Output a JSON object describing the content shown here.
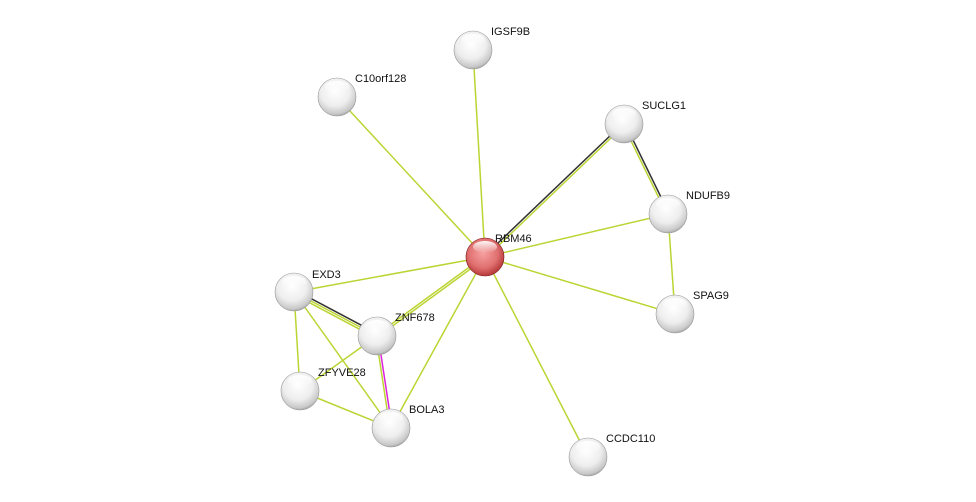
{
  "colors": {
    "textmining": "#bcd433",
    "coexpression": "#333333",
    "experiments": "#dd22dd",
    "query_node": "#c83c3c",
    "node": "#e6e6e6"
  },
  "nodes": [
    {
      "id": "RBM46",
      "label": "RBM46",
      "query": true
    },
    {
      "id": "IGSF9B",
      "label": "IGSF9B"
    },
    {
      "id": "C10orf128",
      "label": "C10orf128"
    },
    {
      "id": "SUCLG1",
      "label": "SUCLG1"
    },
    {
      "id": "NDUFB9",
      "label": "NDUFB9"
    },
    {
      "id": "SPAG9",
      "label": "SPAG9"
    },
    {
      "id": "CCDC110",
      "label": "CCDC110"
    },
    {
      "id": "EXD3",
      "label": "EXD3"
    },
    {
      "id": "ZNF678",
      "label": "ZNF678"
    },
    {
      "id": "ZFYVE28",
      "label": "ZFYVE28"
    },
    {
      "id": "BOLA3",
      "label": "BOLA3"
    }
  ],
  "edges": [
    {
      "source": "RBM46",
      "target": "IGSF9B",
      "types": [
        "textmining"
      ]
    },
    {
      "source": "RBM46",
      "target": "C10orf128",
      "types": [
        "textmining"
      ]
    },
    {
      "source": "RBM46",
      "target": "SUCLG1",
      "types": [
        "coexpression",
        "textmining"
      ]
    },
    {
      "source": "RBM46",
      "target": "NDUFB9",
      "types": [
        "textmining"
      ]
    },
    {
      "source": "RBM46",
      "target": "SPAG9",
      "types": [
        "textmining"
      ]
    },
    {
      "source": "RBM46",
      "target": "CCDC110",
      "types": [
        "textmining"
      ]
    },
    {
      "source": "RBM46",
      "target": "EXD3",
      "types": [
        "textmining"
      ]
    },
    {
      "source": "RBM46",
      "target": "ZNF678",
      "types": [
        "textmining",
        "textmining"
      ]
    },
    {
      "source": "RBM46",
      "target": "BOLA3",
      "types": [
        "textmining"
      ]
    },
    {
      "source": "SUCLG1",
      "target": "NDUFB9",
      "types": [
        "coexpression",
        "textmining"
      ]
    },
    {
      "source": "NDUFB9",
      "target": "SPAG9",
      "types": [
        "textmining"
      ]
    },
    {
      "source": "EXD3",
      "target": "ZNF678",
      "types": [
        "coexpression",
        "textmining",
        "textmining"
      ]
    },
    {
      "source": "EXD3",
      "target": "ZFYVE28",
      "types": [
        "textmining"
      ]
    },
    {
      "source": "EXD3",
      "target": "BOLA3",
      "types": [
        "textmining"
      ]
    },
    {
      "source": "ZNF678",
      "target": "ZFYVE28",
      "types": [
        "textmining"
      ]
    },
    {
      "source": "ZNF678",
      "target": "BOLA3",
      "types": [
        "experiments",
        "textmining"
      ]
    },
    {
      "source": "ZFYVE28",
      "target": "BOLA3",
      "types": [
        "textmining"
      ]
    }
  ]
}
